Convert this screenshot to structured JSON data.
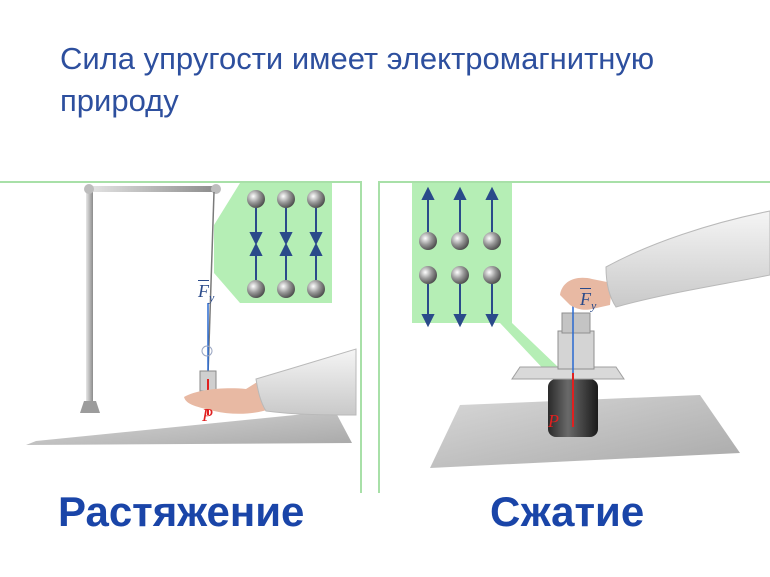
{
  "title": "Сила упругости имеет электромагнитную природу",
  "left_panel": {
    "caption": "Растяжение",
    "force_elastic": "F",
    "force_elastic_sub": "y",
    "force_weight": "P"
  },
  "right_panel": {
    "caption": "Сжатие",
    "force_elastic": "F",
    "force_elastic_sub": "y",
    "force_weight": "P"
  },
  "colors": {
    "title": "#2d4f9e",
    "caption": "#1a45a8",
    "highlight": "#b5eeb5",
    "arrow": "#2a4a8a",
    "weight_vector": "#e02020"
  }
}
